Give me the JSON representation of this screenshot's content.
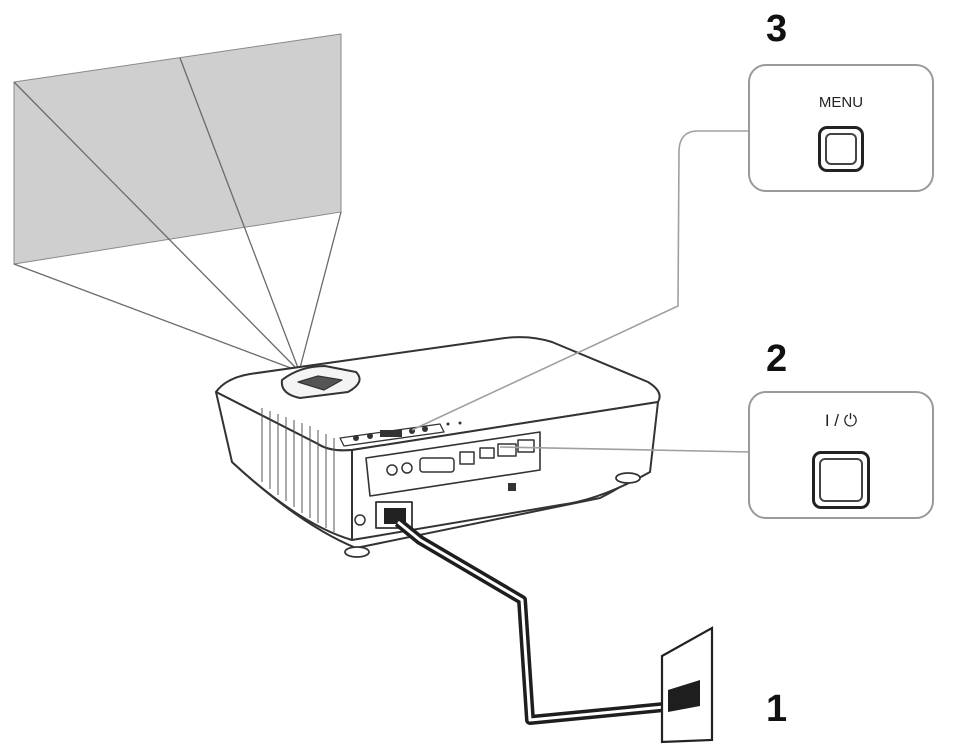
{
  "steps": {
    "step1": {
      "number": "1"
    },
    "step2": {
      "number": "2",
      "button_label": "I / ⏻"
    },
    "step3": {
      "number": "3",
      "button_label": "MENU"
    }
  },
  "colors": {
    "screen": "#cfcfcf",
    "outline": "#333333",
    "callout_line": "#a0a0a0",
    "cable": "#1e1e1e",
    "panel_border": "#9a9a9a"
  },
  "icons": [
    "projector-icon",
    "power-outlet-icon",
    "power-cable-icon",
    "menu-button-icon",
    "power-button-icon"
  ]
}
